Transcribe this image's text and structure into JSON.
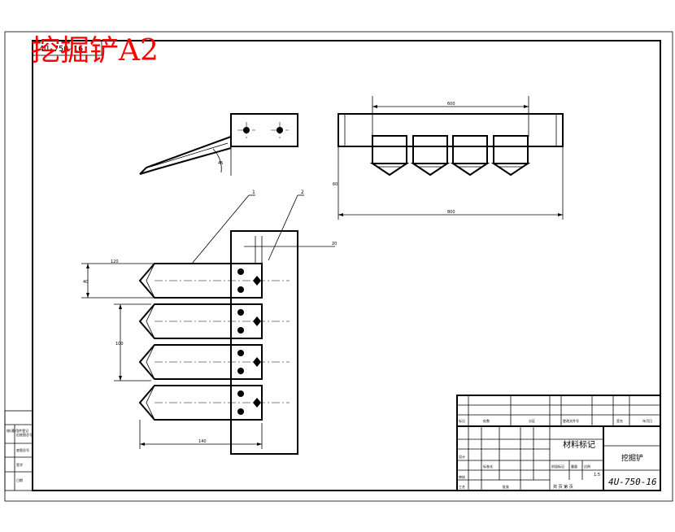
{
  "title_overlay": "挖掘铲A2",
  "drawing_number_stamp": "4U-750-16",
  "part_label_1": "1",
  "part_label_2": "2",
  "dims": {
    "side_view_angle": "45",
    "top_view_spacing": "600",
    "top_view_total": "800",
    "top_view_height": "60",
    "front_offset": "20",
    "front_tooth_height": "40",
    "front_pitch": "100",
    "front_tooth_length": "140",
    "front_tip": "120"
  },
  "title_block": {
    "material_mark": "材料标记",
    "part_name": "挖掘铲",
    "drawing_no": "4U-750-16",
    "scale": "1:5",
    "sheet": "共 页 第 页",
    "row_labels": [
      "标记",
      "处数",
      "分区",
      "更改文件号",
      "签名",
      "年月日"
    ],
    "role_labels": [
      "设计",
      "审核",
      "工艺",
      "批准",
      "标准化"
    ],
    "stage_labels": [
      "阶段标记",
      "重量",
      "比例"
    ]
  },
  "left_strip": [
    "借(通)用件登记",
    "旧底图总号",
    "底图总号",
    "签字",
    "日期"
  ]
}
